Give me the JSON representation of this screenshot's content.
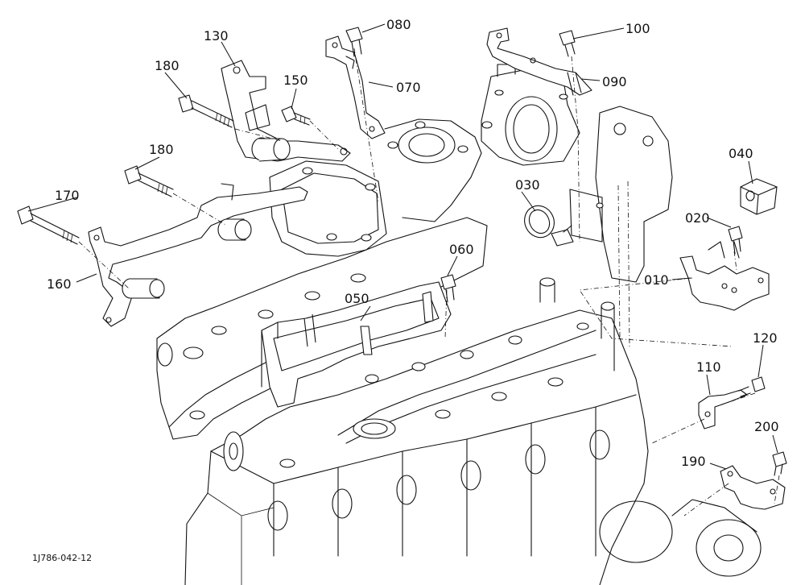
{
  "diagram": {
    "drawing_code": "1J786-042-12",
    "callouts": [
      {
        "id": "c080",
        "label": "080"
      },
      {
        "id": "c100",
        "label": "100"
      },
      {
        "id": "c130",
        "label": "130"
      },
      {
        "id": "c180a",
        "label": "180"
      },
      {
        "id": "c150",
        "label": "150"
      },
      {
        "id": "c070",
        "label": "070"
      },
      {
        "id": "c090",
        "label": "090"
      },
      {
        "id": "c180b",
        "label": "180"
      },
      {
        "id": "c040",
        "label": "040"
      },
      {
        "id": "c030",
        "label": "030"
      },
      {
        "id": "c170",
        "label": "170"
      },
      {
        "id": "c020",
        "label": "020"
      },
      {
        "id": "c010",
        "label": "010"
      },
      {
        "id": "c060",
        "label": "060"
      },
      {
        "id": "c160",
        "label": "160"
      },
      {
        "id": "c050",
        "label": "050"
      },
      {
        "id": "c120",
        "label": "120"
      },
      {
        "id": "c110",
        "label": "110"
      },
      {
        "id": "c200",
        "label": "200"
      },
      {
        "id": "c190",
        "label": "190"
      }
    ]
  }
}
